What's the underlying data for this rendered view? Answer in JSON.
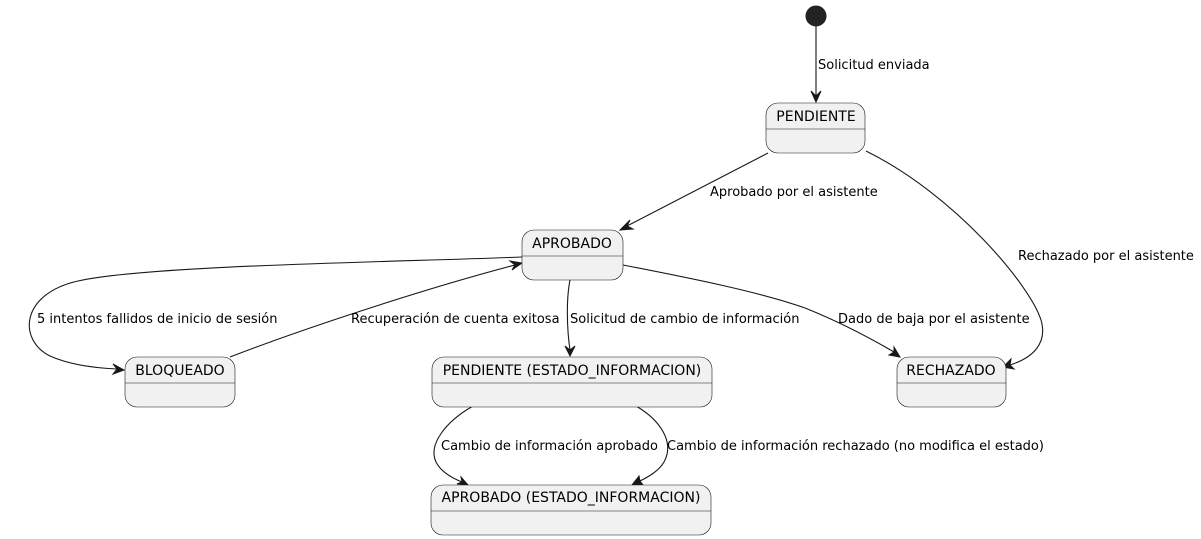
{
  "diagram": {
    "type": "state-diagram",
    "initial_state_icon": "filled-circle",
    "states": {
      "pendiente": "PENDIENTE",
      "aprobado": "APROBADO",
      "bloqueado": "BLOQUEADO",
      "pendiente_info": "PENDIENTE (ESTADO_INFORMACION)",
      "rechazado": "RECHAZADO",
      "aprobado_info": "APROBADO (ESTADO_INFORMACION)"
    },
    "transitions": [
      {
        "from": "initial",
        "to": "pendiente",
        "label": "Solicitud enviada"
      },
      {
        "from": "pendiente",
        "to": "aprobado",
        "label": "Aprobado por el asistente"
      },
      {
        "from": "pendiente",
        "to": "rechazado",
        "label": "Rechazado por el asistente"
      },
      {
        "from": "aprobado",
        "to": "bloqueado",
        "label": "5 intentos fallidos de inicio de sesión"
      },
      {
        "from": "bloqueado",
        "to": "aprobado",
        "label": "Recuperación de cuenta exitosa"
      },
      {
        "from": "aprobado",
        "to": "pendiente_info",
        "label": "Solicitud de cambio de información"
      },
      {
        "from": "aprobado",
        "to": "rechazado",
        "label": "Dado de baja por el asistente"
      },
      {
        "from": "pendiente_info",
        "to": "aprobado_info",
        "label": "Cambio de información aprobado"
      },
      {
        "from": "pendiente_info",
        "to": "aprobado_info",
        "label": "Cambio de información rechazado (no modifica el estado)"
      }
    ],
    "colors": {
      "state_fill": "#f1f1f1",
      "stroke": "#181818",
      "text": "#000000"
    }
  }
}
